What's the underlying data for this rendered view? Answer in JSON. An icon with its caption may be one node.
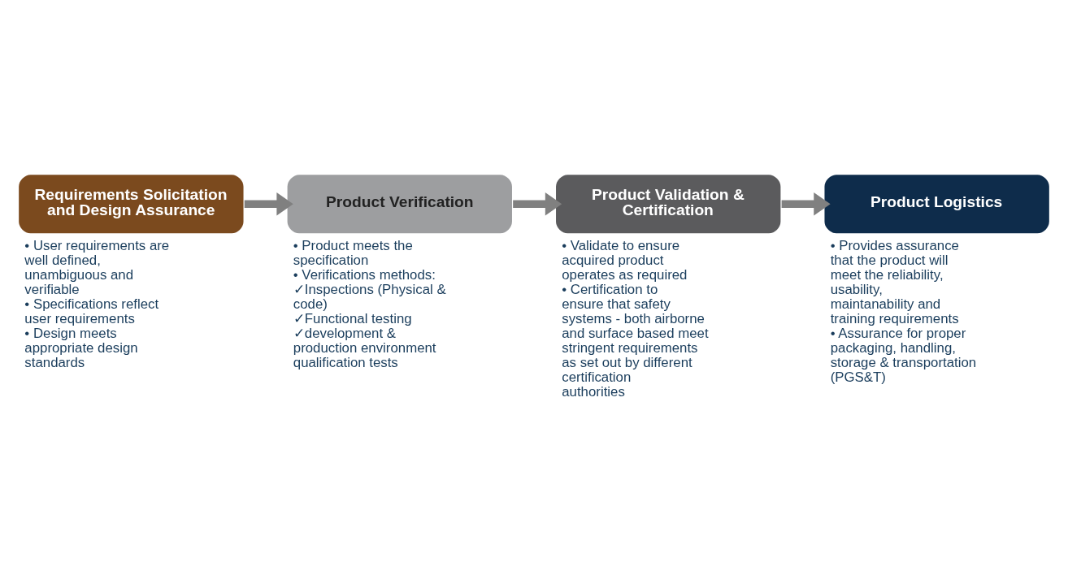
{
  "diagram": {
    "nodes": [
      {
        "text": [
          "Requirements Solicitation and Design Assurance"
        ],
        "beside": [
          "• User requirements are well defined, unambiguous and verifiable",
          "• Specifications reflect user requirements",
          "• Design meets appropriate design standards"
        ]
      },
      {
        "text": [
          "Product Verification"
        ],
        "beside": [
          "• Product meets the specification",
          "• Verifications methods:",
          "✓Inspections (Physical & code)",
          "✓Functional testing",
          "✓development & production environment qualification tests"
        ]
      },
      {
        "text": [
          "Product Validation & Certification"
        ],
        "beside": [
          "• Validate to ensure acquired product operates as required",
          "• Certification to ensure that safety systems - both airborne and surface based meet stringent requirements as set out by different certification authorities"
        ]
      },
      {
        "text": [
          "Product Logistics"
        ],
        "beside": [
          "• Provides assurance that the product will meet the reliability, usability, maintanability and training requirements",
          "• Assurance for proper packaging, handling, storage & transportation (PGS&T)"
        ]
      }
    ],
    "edges": [
      {
        "from": 0,
        "to": 1,
        "arrow": "to"
      },
      {
        "from": 1,
        "to": 2,
        "arrow": "to"
      },
      {
        "from": 2,
        "to": 3,
        "arrow": "to"
      }
    ]
  }
}
